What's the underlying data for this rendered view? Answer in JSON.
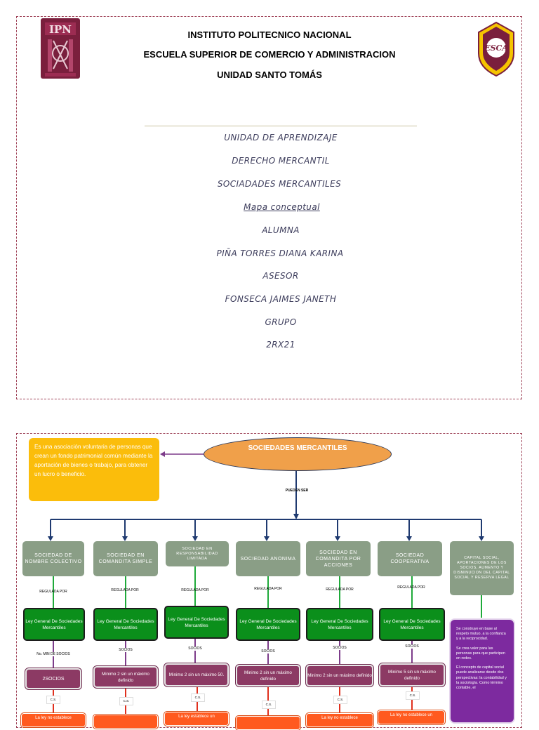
{
  "cover": {
    "header_lines": [
      "INSTITUTO POLITECNICO NACIONAL",
      "ESCUELA SUPERIOR DE COMERCIO Y ADMINISTRACION",
      "UNIDAD SANTO TOMÁS"
    ],
    "logo_left_text": "IPN",
    "logo_right_text": "ESCA",
    "lines": [
      "UNIDAD DE APRENDIZAJE",
      "DERECHO MERCANTIL",
      "SOCIADADES MERCANTILES",
      "Mapa conceptual",
      "ALUMNA",
      "PIÑA TORRES DIANA KARINA",
      "ASESOR",
      "FONSECA JAIMES JANETH",
      "GRUPO",
      "2RX21"
    ]
  },
  "map": {
    "definition": "Es una asociación voluntaria de personas que crean un fondo patrimonial común mediante la aportación de bienes o trabajo, para obtener un lucro o beneficio.",
    "root": "SOCIEDADES MERCANTILES",
    "pueden_ser": "PUEDEN SER",
    "types": [
      "SOCIEDAD DE NOMBRE COLECTIVO",
      "SOCIEDAD EN COMANDITA SIMPLE",
      "SOCIEDAD EN RESPONSABILIDAD LIMITADA",
      "SOCIEDAD ANONIMA",
      "SOCIEDAD EN COMANDITA POR ACCIONES",
      "SOCIEDAD COOPERATIVA",
      "CAPITAL SOCIAL, APORTACIONES DE LOS SOCIOS, AUMENTO Y DISMINUCION DEL CAPITAL SOCIAL Y RESERVA LEGAL"
    ],
    "regulada_por": "REGULADA POR",
    "law": "Ley General De Sociedades Mercantiles",
    "socios_labels": [
      "No. MIN DE SOCIOS",
      "SOCIOS",
      "SOCIOS",
      "SOCIOS",
      "SOCIOS",
      "SOCIOS"
    ],
    "minimums": [
      "2SOCIOS",
      "Minimo 2 sin un máximo definido",
      "Minimo 2 sin un máximo 50.",
      "Minimo 2 sin un máximo definido",
      "Minimo 2 sin un máximo definido",
      "Minimo 5 sin un máximo definido"
    ],
    "cs_label": "C.S.",
    "bottom_texts": [
      "La ley no establece",
      "",
      "La ley establece un",
      "",
      "La ley no establece",
      "La ley no establece un"
    ],
    "capital_text": [
      "Se construye en base al respeto mutuo, a la confianza y a la reciprocidad.",
      "Se crea valor para las personas para que participen en redes.",
      "El concepto de capital social puede analizarse desde dos perspectivas: la contabilidad y la sociología. Como término contable, el"
    ]
  }
}
